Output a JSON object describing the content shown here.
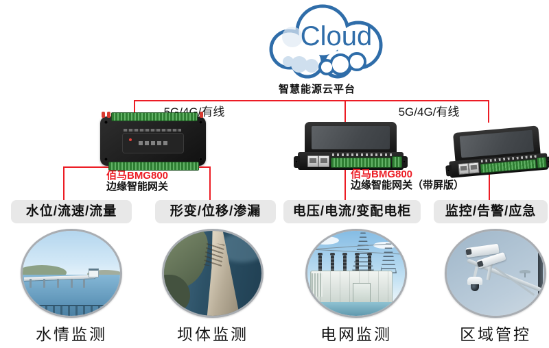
{
  "cloud": {
    "brand": "Cloud",
    "platform": "智慧能源云平台"
  },
  "connections": {
    "left_link_label": "5G/4G/有线",
    "right_link_label": "5G/4G/有线"
  },
  "gateway_labels": {
    "left": {
      "model": "佰马BMG800",
      "name": "边缘智能网关"
    },
    "right": {
      "model": "佰马BMG800",
      "name": "边缘智能网关（带屏版）"
    }
  },
  "applications": [
    {
      "tags": "水位/流速/流量",
      "caption": "水情监测",
      "photo": "reservoir-pier-photo"
    },
    {
      "tags": "形变/位移/渗漏",
      "caption": "坝体监测",
      "photo": "dam-photo"
    },
    {
      "tags": "电压/电流/变配电柜",
      "caption": "电网监测",
      "photo": "substation-photo"
    },
    {
      "tags": "监控/告警/应急",
      "caption": "区域管控",
      "photo": "surveillance-camera-photo"
    }
  ],
  "colors": {
    "accent_red": "#ec1c24",
    "cloud_blue": "#2f6da9",
    "pill_background": "#e8e8e8",
    "circle_border": "#a9adb2"
  }
}
